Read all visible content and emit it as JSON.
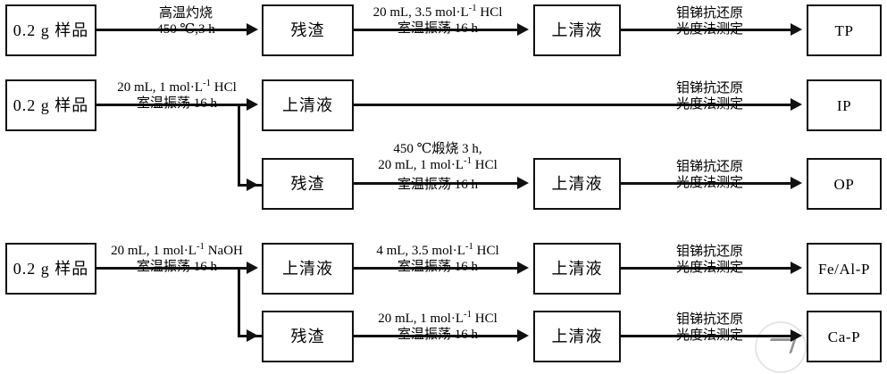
{
  "figure": {
    "type": "process-flow-diagram",
    "subject": "Sequential phosphorus fractionation procedure",
    "background_color": "#ffffff",
    "line_color": "#111111"
  },
  "nodes": {
    "sample_1": "0.2 g 样品",
    "sample_2": "0.2 g 样品",
    "sample_3": "0.2 g 样品",
    "residue_1": "残渣",
    "supernatant_r2": "上清液",
    "residue_3": "残渣",
    "supernatant_r4": "上清液",
    "residue_5": "残渣",
    "supernatant_c4_r1": "上清液",
    "supernatant_c4_r3": "上清液",
    "supernatant_c4_r4": "上清液",
    "supernatant_c4_r5": "上清液",
    "result_tp": "TP",
    "result_ip": "IP",
    "result_op": "OP",
    "result_feal_p": "Fe/Al-P",
    "result_ca_p": "Ca-P"
  },
  "labels": {
    "r1_step1_above": "高温灼烧",
    "r1_step1_below": "450 ℃,3 h",
    "r1_step2_above_pre": "20 mL, 3.5 mol·L",
    "r1_step2_above_sup": "-1",
    "r1_step2_above_post": " HCl",
    "r1_step2_below": "室温振荡 16 h",
    "r2_step1_above_pre": "20 mL, 1 mol·L",
    "r2_step1_above_sup": "-1",
    "r2_step1_above_post": " HCl",
    "r2_step1_below": "室温振荡 16 h",
    "r3_step1_line1": "450 ℃煅烧 3 h,",
    "r3_step1_line2_pre": "20 mL, 1 mol·L",
    "r3_step1_line2_sup": "-1",
    "r3_step1_line2_post": " HCl",
    "r3_step1_line3": "室温振荡 16 h",
    "r4_step1_above_pre": "20 mL, 1 mol·L",
    "r4_step1_above_sup": "-1",
    "r4_step1_above_post": " NaOH",
    "r4_step1_below": "室温振荡 16 h",
    "r4_step2_above_pre": "4 mL, 3.5 mol·L",
    "r4_step2_above_sup": "-1",
    "r4_step2_above_post": " HCl",
    "r4_step2_below": "室温振荡 16 h",
    "r5_step1_above_pre": "20 mL, 1 mol·L",
    "r5_step1_above_sup": "-1",
    "r5_step1_above_post": " HCl",
    "r5_step1_below": "室温振荡 16 h",
    "assay_above": "钼锑抗还原",
    "assay_below": "光度法测定"
  }
}
